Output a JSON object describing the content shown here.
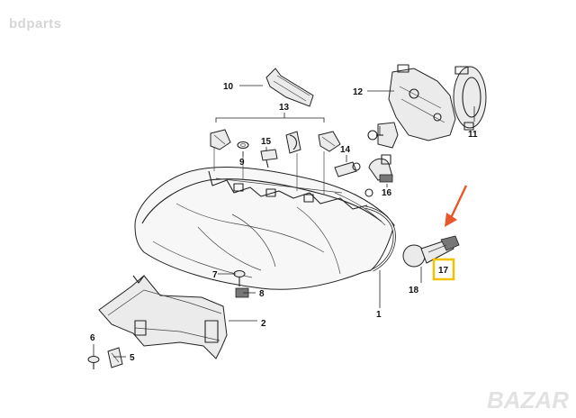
{
  "watermark": "bdparts",
  "brand_mark": "BAZAR",
  "highlight_color": "#f2c200",
  "arrow_color": "#e8572a",
  "callouts": [
    {
      "id": "c1",
      "label": "1"
    },
    {
      "id": "c2",
      "label": "2"
    },
    {
      "id": "c5",
      "label": "5"
    },
    {
      "id": "c6",
      "label": "6"
    },
    {
      "id": "c7",
      "label": "7"
    },
    {
      "id": "c8",
      "label": "8"
    },
    {
      "id": "c9",
      "label": "9"
    },
    {
      "id": "c10",
      "label": "10"
    },
    {
      "id": "c11",
      "label": "11"
    },
    {
      "id": "c12",
      "label": "12"
    },
    {
      "id": "c13",
      "label": "13"
    },
    {
      "id": "c14",
      "label": "14"
    },
    {
      "id": "c15",
      "label": "15"
    },
    {
      "id": "c16",
      "label": "16"
    },
    {
      "id": "c17",
      "label": "17",
      "highlighted": true
    },
    {
      "id": "c18",
      "label": "18"
    }
  ]
}
